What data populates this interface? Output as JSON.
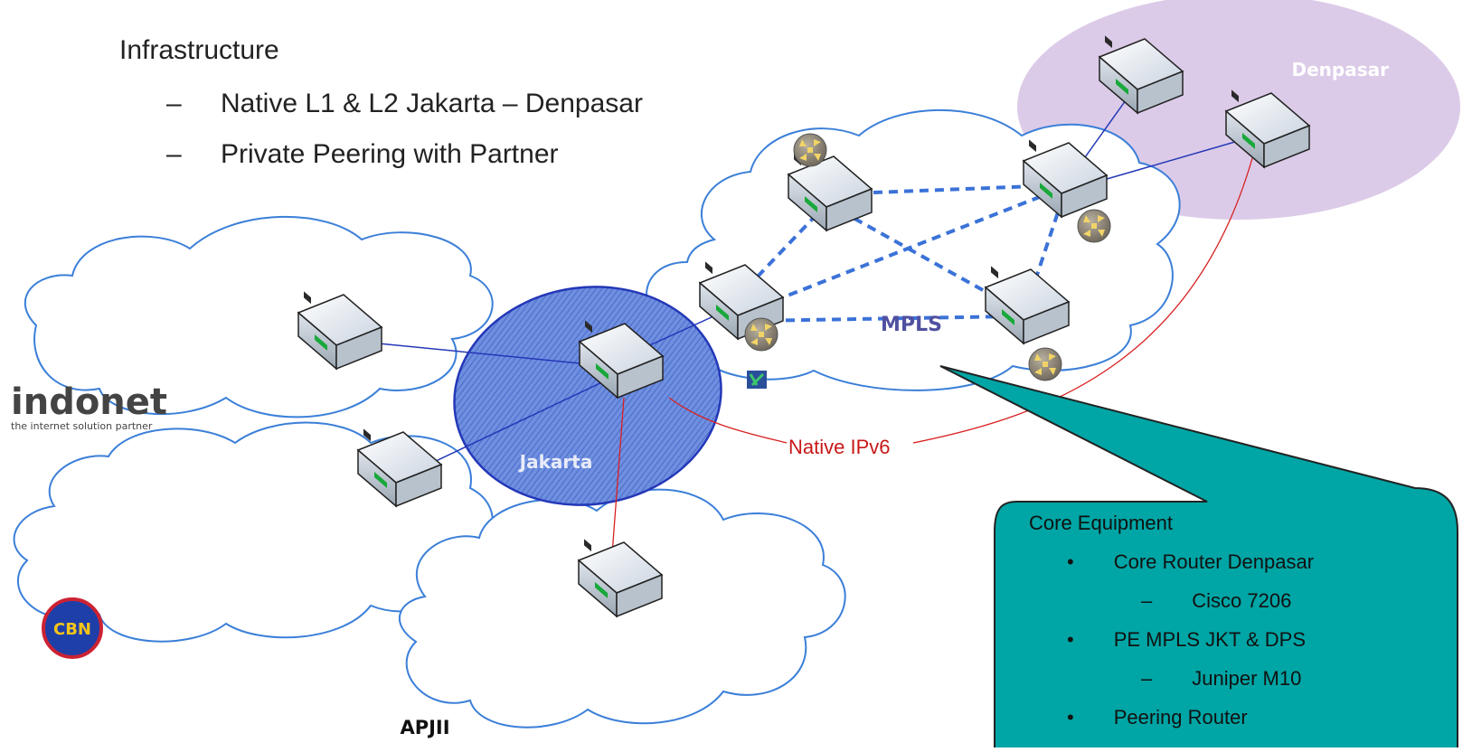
{
  "heading": "Infrastructure",
  "bullets": [
    "Native L1 & L2 Jakarta – Denpasar",
    "Private Peering with Partner"
  ],
  "bullet_marker": "–",
  "labels": {
    "denpasar": "Denpasar",
    "mpls": "MPLS",
    "jakarta": "Jakarta",
    "apjii": "APJII",
    "native_ipv6": "Native IPv6"
  },
  "logos": {
    "indonet_main": "indonet",
    "indonet_tagline": "the internet solution partner",
    "cbn": "CBN"
  },
  "callout": {
    "title": "Core Equipment",
    "lines": [
      {
        "marker": "•",
        "text": "Core Router Denpasar"
      },
      {
        "marker": "–",
        "text": "Cisco 7206"
      },
      {
        "marker": "•",
        "text": "PE MPLS JKT & DPS"
      },
      {
        "marker": "–",
        "text": "Juniper M10"
      },
      {
        "marker": "•",
        "text": "Peering Router"
      }
    ]
  },
  "colors": {
    "cloud_stroke": "#3b7fd8",
    "jakarta_fill": "#5a7fd6",
    "denpasar_fill": "#dccbe8",
    "link_blue": "#2438b8",
    "link_red": "#d82020",
    "callout_fill": "#00a5a5",
    "label_text": "#5050a0"
  },
  "icons": [
    "router-icon",
    "mpls-router-icon",
    "juniper-logo-icon"
  ]
}
